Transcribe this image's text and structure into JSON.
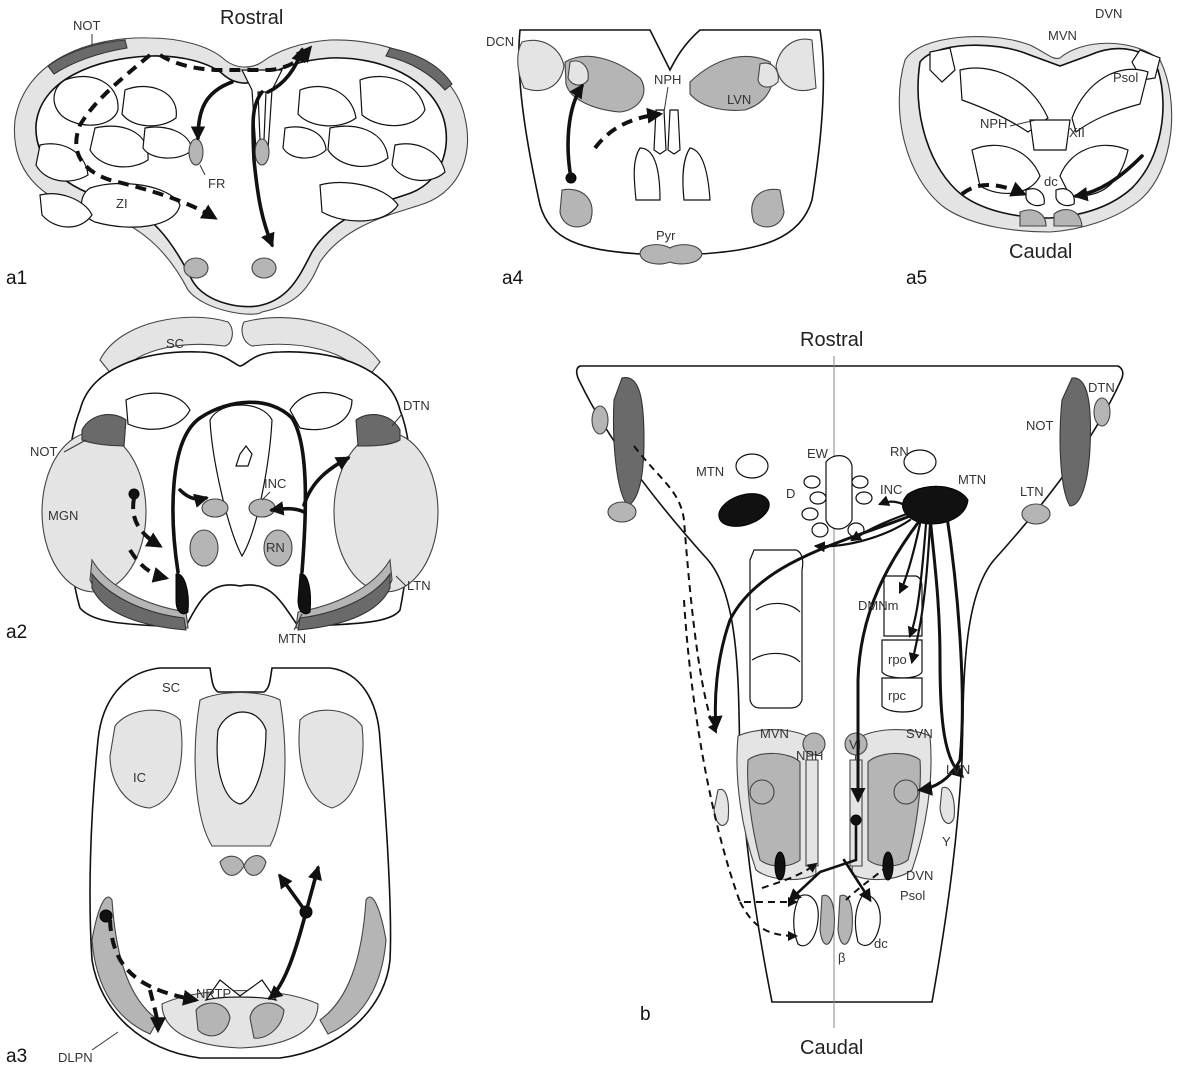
{
  "figure": {
    "panel_labels": {
      "a1": "a1",
      "a2": "a2",
      "a3": "a3",
      "a4": "a4",
      "a5": "a5",
      "b": "b"
    },
    "orientation": {
      "rostral_top": "Rostral",
      "caudal_a5": "Caudal",
      "rostral_b": "Rostral",
      "caudal_b": "Caudal"
    },
    "a1": {
      "NOT": "NOT",
      "FR": "FR",
      "ZI": "ZI"
    },
    "a2": {
      "SC": "SC",
      "DTN": "DTN",
      "NOT": "NOT",
      "INC": "INC",
      "MGN": "MGN",
      "RN": "RN",
      "LTN": "LTN",
      "MTN": "MTN"
    },
    "a3": {
      "SC": "SC",
      "IC": "IC",
      "NRTP": "NRTP",
      "DLPN": "DLPN"
    },
    "a4": {
      "DCN": "DCN",
      "NPH": "NPH",
      "LVN": "LVN",
      "Pyr": "Pyr"
    },
    "a5": {
      "DVN": "DVN",
      "MVN": "MVN",
      "Psol": "Psol",
      "NPH": "NPH",
      "XII": "XII",
      "dc": "dc"
    },
    "b": {
      "DTN": "DTN",
      "NOT": "NOT",
      "LTN": "LTN",
      "MTN_left": "MTN",
      "MTN_right": "MTN",
      "EW": "EW",
      "RN": "RN",
      "D": "D",
      "INC": "INC",
      "DMNm": "DMNm",
      "rpo": "rpo",
      "rpc": "rpc",
      "MVN": "MVN",
      "VI": "VI",
      "SVN": "SVN",
      "NPH": "NPH",
      "LVN": "LVN",
      "Y": "Y",
      "DVN": "DVN",
      "Psol": "Psol",
      "dc": "dc",
      "beta": "β"
    }
  }
}
